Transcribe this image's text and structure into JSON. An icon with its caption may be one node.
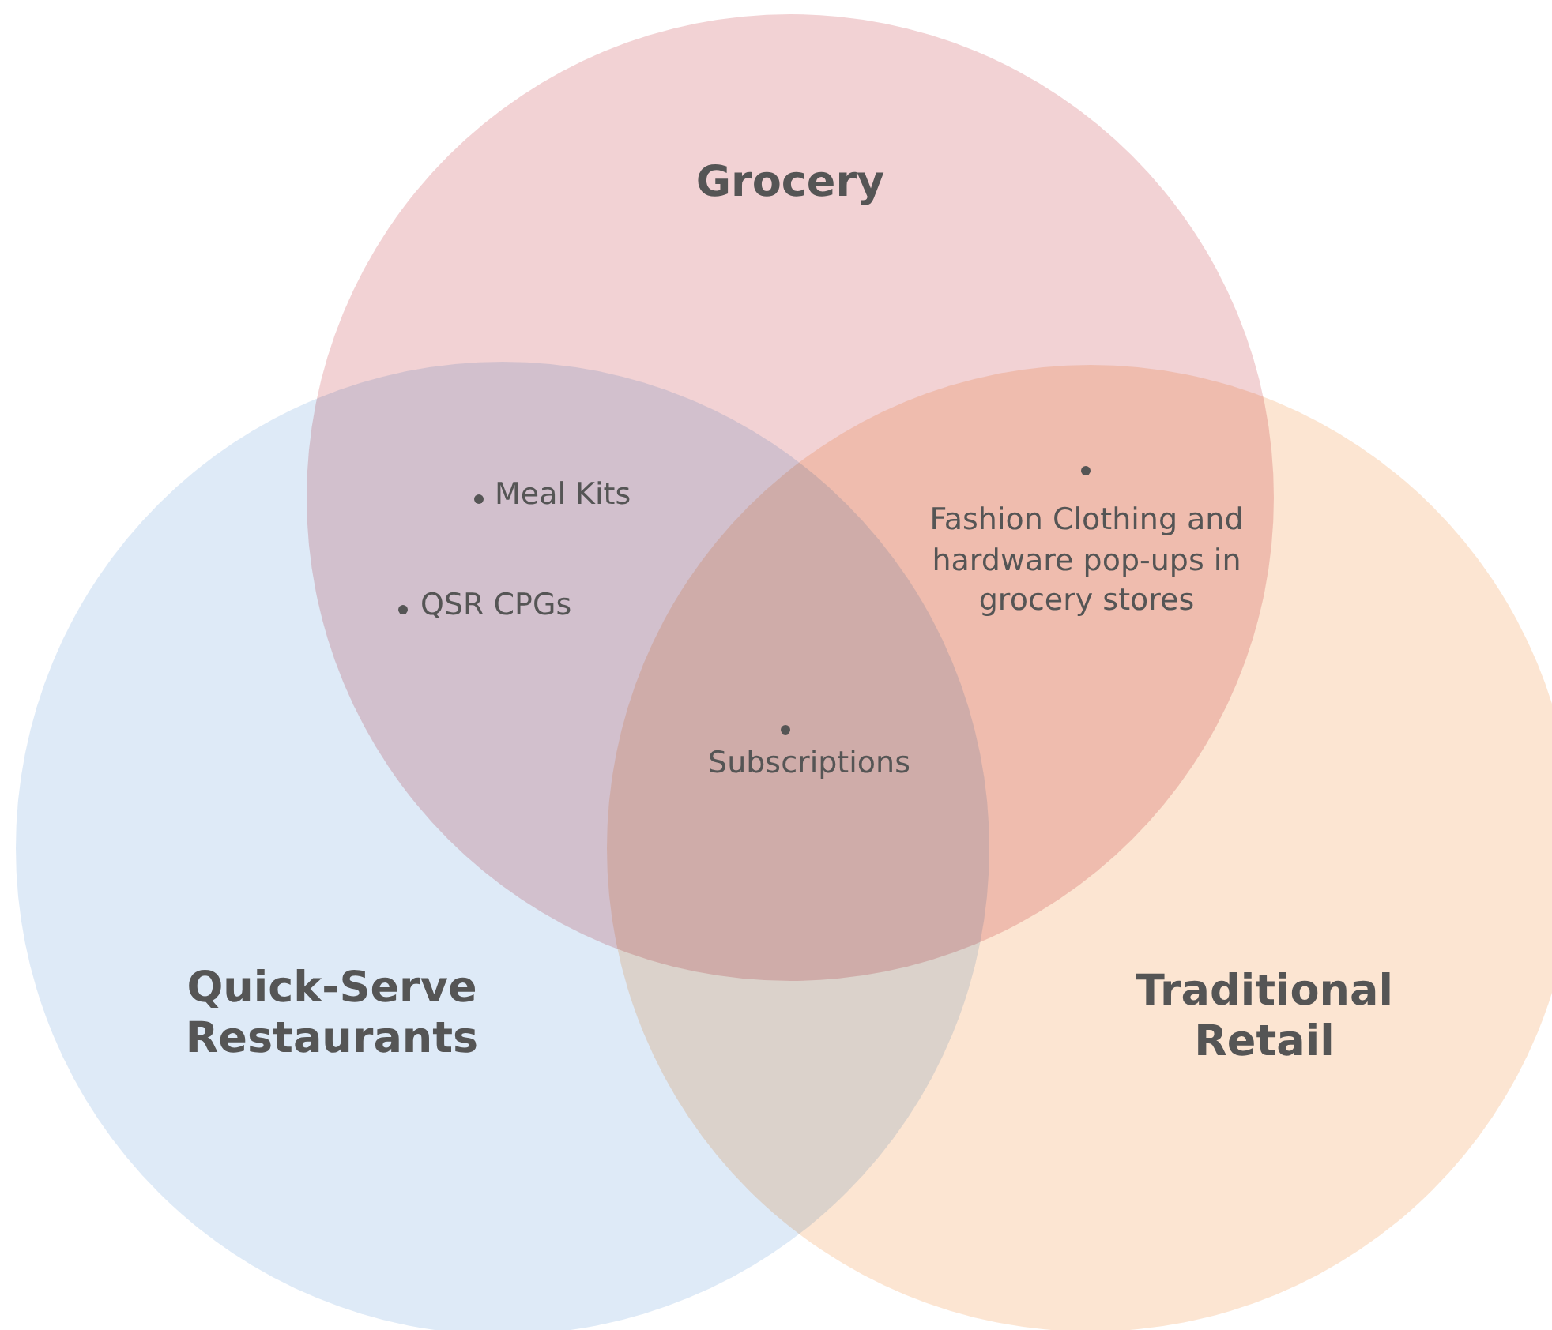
{
  "diagram": {
    "nodes": [
      {
        "text": [
          "Grocery"
        ]
      },
      {
        "text": [
          "Quick-Serve Restaurants"
        ]
      },
      {
        "text": [
          "Traditional Retail"
        ]
      }
    ],
    "labels": [
      "Meal Kits",
      "QSR CPGs",
      "Fashion Clothing and hardware pop-ups in grocery stores",
      "Subscriptions"
    ]
  }
}
